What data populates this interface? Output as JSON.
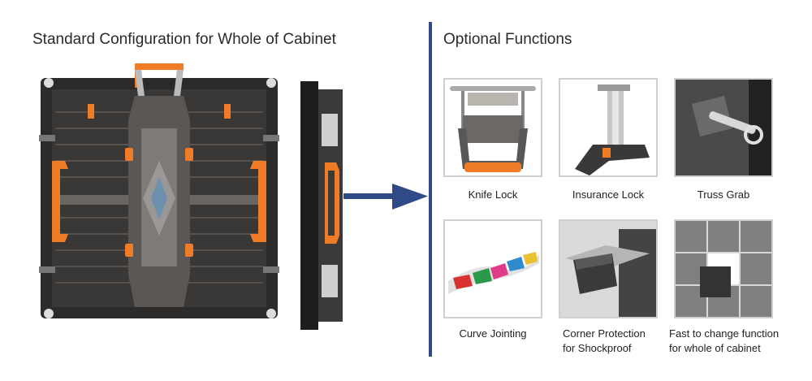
{
  "left_section": {
    "title": "Standard Configuration for Whole of Cabinet"
  },
  "right_section": {
    "title": "Optional Functions",
    "features": [
      {
        "label": "Knife Lock"
      },
      {
        "label": "Insurance Lock"
      },
      {
        "label": "Truss Grab"
      },
      {
        "label": "Curve Jointing"
      },
      {
        "label_line1": "Corner Protection",
        "label_line2": "for Shockproof"
      },
      {
        "label_line1": "Fast to change function",
        "label_line2": "for whole of cabinet"
      }
    ]
  },
  "colors": {
    "accent_orange": "#f07c28",
    "divider_blue": "#2f4a86",
    "cabinet_dark": "#2c2b2a"
  }
}
